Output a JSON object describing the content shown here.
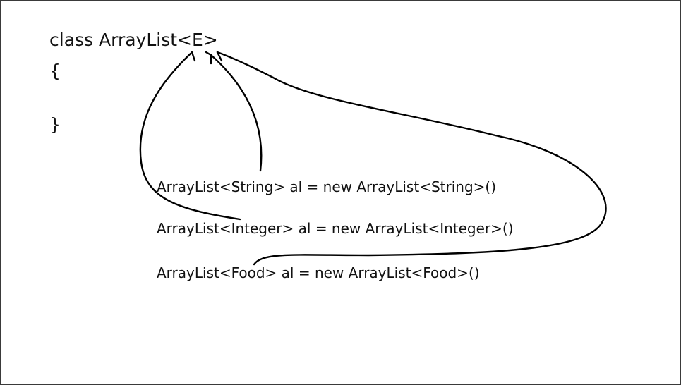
{
  "class_declaration": {
    "header": "class ArrayList<E>",
    "open_brace": "{",
    "close_brace": "}"
  },
  "usages": [
    "ArrayList<String> al = new ArrayList<String>()",
    "ArrayList<Integer> al = new ArrayList<Integer>()",
    "ArrayList<Food> al = new ArrayList<Food>()"
  ],
  "colors": {
    "background": "#ffffff",
    "text": "#111111",
    "stroke": "#000000",
    "border": "#3a3a3a"
  }
}
